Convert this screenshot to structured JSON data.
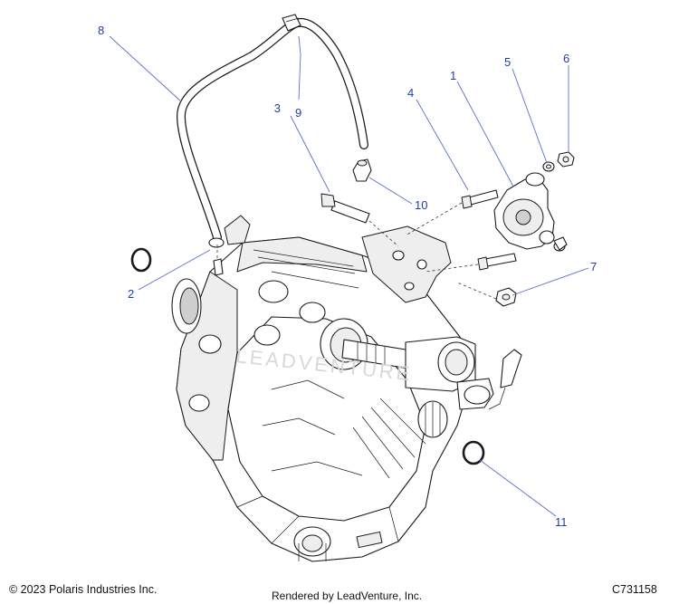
{
  "diagram": {
    "callouts": [
      {
        "id": "1",
        "label": "1"
      },
      {
        "id": "2",
        "label": "2"
      },
      {
        "id": "3",
        "label": "3"
      },
      {
        "id": "4",
        "label": "4"
      },
      {
        "id": "5",
        "label": "5"
      },
      {
        "id": "6",
        "label": "6"
      },
      {
        "id": "7",
        "label": "7"
      },
      {
        "id": "8",
        "label": "8"
      },
      {
        "id": "9",
        "label": "9"
      },
      {
        "id": "10",
        "label": "10"
      },
      {
        "id": "11",
        "label": "11"
      }
    ],
    "watermark_text": "LEADVENTURE",
    "colors": {
      "callout_text": "#1f3fa6",
      "leader_line": "#5a6fd0",
      "line_art": "#1a1a1a",
      "watermark": "#d8d8d8"
    }
  },
  "footer": {
    "copyright": "© 2023 Polaris Industries Inc.",
    "rendered_by": "Rendered by LeadVenture, Inc.",
    "diagram_id": "C731158"
  }
}
